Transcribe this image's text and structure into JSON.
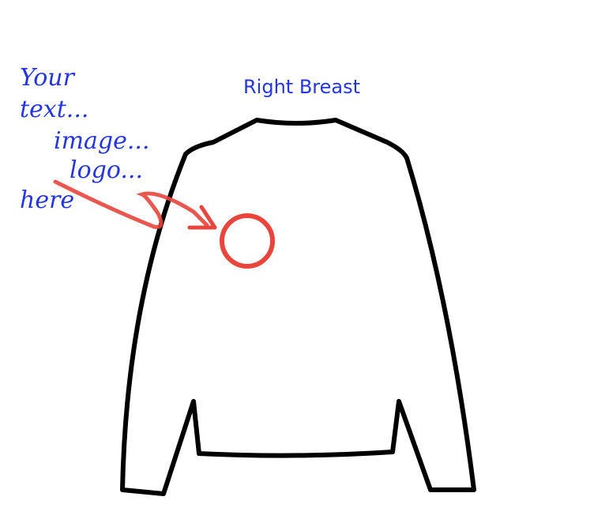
{
  "placement_label": "Right Breast",
  "hint_lines": [
    "Your",
    "text...",
    "image...",
    "logo...",
    "here"
  ],
  "colors": {
    "label": "#2436e0",
    "marker": "#e8453c",
    "outline": "#000000"
  }
}
